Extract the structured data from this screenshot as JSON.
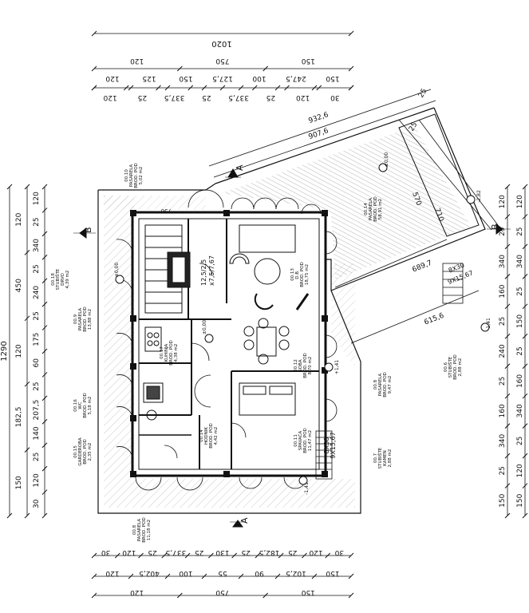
{
  "top_dims": {
    "overall": "1020",
    "row1": [
      "150",
      "750",
      "120"
    ],
    "row2": [
      "150",
      "247,5",
      "100",
      "127,5",
      "150",
      "125",
      "120"
    ],
    "row3": [
      "30",
      "120",
      "25",
      "337,5",
      "25",
      "337,5",
      "25",
      "120"
    ]
  },
  "bottom_dims": {
    "row1": [
      "30",
      "120",
      "25",
      "182,5",
      "25",
      "130",
      "25",
      "337,5",
      "25",
      "120",
      "30"
    ],
    "row2": [
      "150",
      "102,5",
      "90",
      "55",
      "100",
      "402,5",
      "120"
    ],
    "row3": [
      "150",
      "750",
      "120"
    ]
  },
  "left_dims": {
    "overall": "1290",
    "col1": [
      "120",
      "450",
      "120",
      "182,5",
      "150"
    ],
    "col2": [
      "120",
      "25",
      "340",
      "25",
      "240",
      "25",
      "175",
      "60",
      "25",
      "207,5",
      "140",
      "25",
      "120",
      "30"
    ]
  },
  "right_dims": {
    "col1": [
      "120",
      "25",
      "340",
      "160",
      "25",
      "240",
      "25",
      "160",
      "340",
      "25",
      "150"
    ],
    "col2": [
      "120",
      "25",
      "340",
      "25",
      "150",
      "25",
      "160",
      "340",
      "25",
      "120",
      "150"
    ]
  },
  "diag_dims": [
    "932,6",
    "907,6",
    "25",
    "25",
    "570",
    "710",
    "689,7",
    "615,6"
  ],
  "section_labels": {
    "a": "A",
    "b": "B"
  },
  "levels": [
    "±0,00",
    "±0,00",
    "±0,00",
    "-2,82",
    "-1,41",
    "+1,41",
    "-1,41"
  ],
  "plan_labels": [
    "12,5/2,5",
    "x7,5/7,67"
  ],
  "stairs": [
    "8X30",
    "9X15,67",
    "8X30",
    "9X15,67"
  ],
  "label_750": "750",
  "rooms": [
    {
      "lines": [
        "00.10",
        "PASARELA",
        "BROD. POD",
        "5,02 m2"
      ]
    },
    {
      "lines": [
        "00.14",
        "PASARELA",
        "BROD. POD",
        "58,91 m2"
      ]
    },
    {
      "lines": [
        "00.18",
        "STUBIŠTE",
        "DRVO",
        "4,39 m2"
      ]
    },
    {
      "lines": [
        "00.9",
        "PASARELA",
        "BROD. POD",
        "13,88 m2"
      ]
    },
    {
      "lines": [
        "00.17",
        "KUHINJA",
        "BROD. POD",
        "4,38 m2"
      ]
    },
    {
      "lines": [
        "00.13",
        "D.B.",
        "BROD. POD",
        "18,75 m2"
      ]
    },
    {
      "lines": [
        "00.12",
        "SOBA",
        "BROD. POD",
        "8,70 m2"
      ]
    },
    {
      "lines": [
        "00.6",
        "STUBIŠTE",
        "BROD. POD",
        "2,88 m2"
      ]
    },
    {
      "lines": [
        "00.16",
        "WC",
        "BROD. POD",
        "5,18 m2"
      ]
    },
    {
      "lines": [
        "00.8",
        "PASARELA",
        "BROD. POD",
        "9,47 m2"
      ]
    },
    {
      "lines": [
        "00.14",
        "HODNIK",
        "BROD. POD",
        "4,42 m2"
      ]
    },
    {
      "lines": [
        "00.11",
        "SPAVAĆA",
        "BROD. POD",
        "11,47 m2"
      ]
    },
    {
      "lines": [
        "00.7",
        "STUBIŠTE",
        "KAMEN",
        "2,88 m2"
      ]
    },
    {
      "lines": [
        "00.15",
        "GARDEROBA",
        "BROD. POD",
        "2,35 m2"
      ]
    },
    {
      "lines": [
        "00.8",
        "PASARELA",
        "BROD. POD",
        "11,18 m2"
      ]
    }
  ]
}
